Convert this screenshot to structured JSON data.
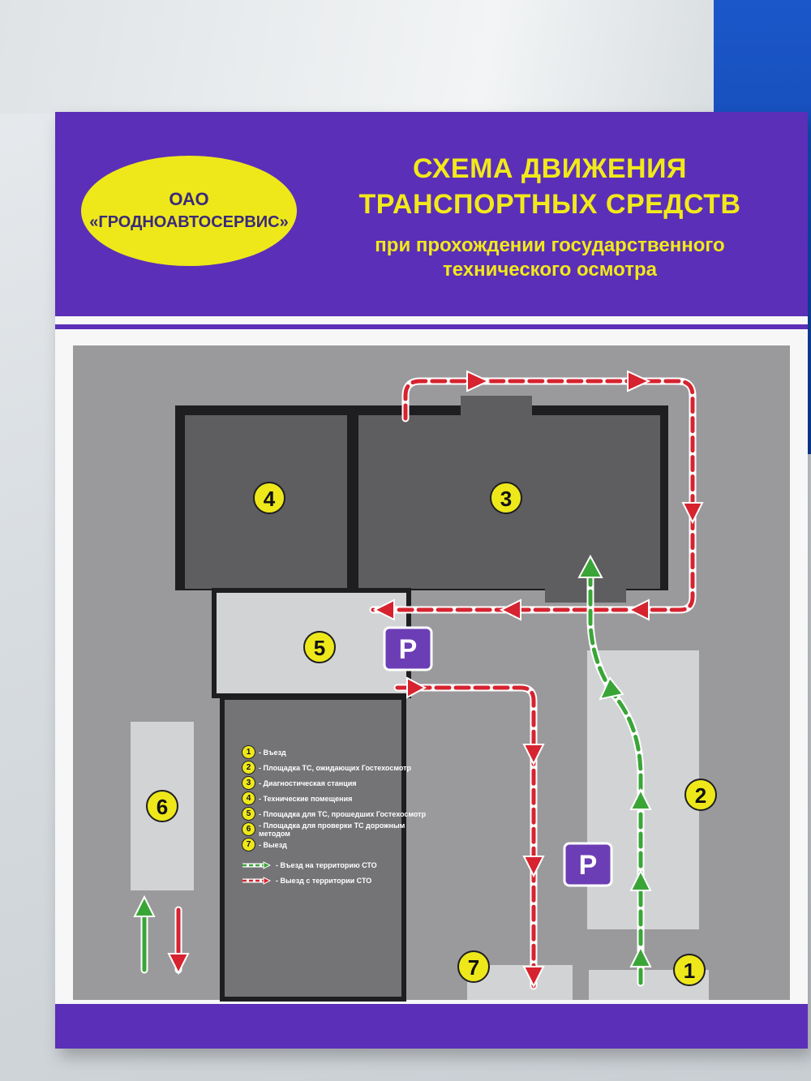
{
  "header": {
    "logo_line1": "ОАО",
    "logo_line2": "«ГРОДНОАВТОСЕРВИС»",
    "title_line1": "СХЕМА ДВИЖЕНИЯ",
    "title_line2": "ТРАНСПОРТНЫХ СРЕДСТВ",
    "subtitle_line1": "при прохождении государственного",
    "subtitle_line2": "технического осмотра"
  },
  "zones": {
    "z1": "1",
    "z2": "2",
    "z3": "3",
    "z4": "4",
    "z5": "5",
    "z6": "6",
    "z7": "7"
  },
  "parking": {
    "label": "P"
  },
  "legend": {
    "items": [
      {
        "num": "1",
        "text": "- Въезд"
      },
      {
        "num": "2",
        "text": "- Площадка ТС, ожидающих Гостехосмотр"
      },
      {
        "num": "3",
        "text": "- Диагностическая станция"
      },
      {
        "num": "4",
        "text": "- Технические помещения"
      },
      {
        "num": "5",
        "text": "- Площадка для ТС, прошедших Гостехосмотр"
      },
      {
        "num": "6",
        "text": "- Площадка для проверки ТС дорожным методом"
      },
      {
        "num": "7",
        "text": "- Выезд"
      }
    ],
    "entry_text": "- Въезд на территорию СТО",
    "exit_text": "- Выезд с территории СТО"
  },
  "colors": {
    "header_purple": "#5b2fb8",
    "title_yellow": "#f2e91a",
    "zone_yellow": "#eee81b",
    "road_gray": "#9a9a9c",
    "building_dark": "#5e5e61",
    "area_light": "#d2d3d5",
    "exit_red": "#d6232f",
    "entry_green": "#3aa537",
    "parking_purple": "#6c3eb5"
  }
}
